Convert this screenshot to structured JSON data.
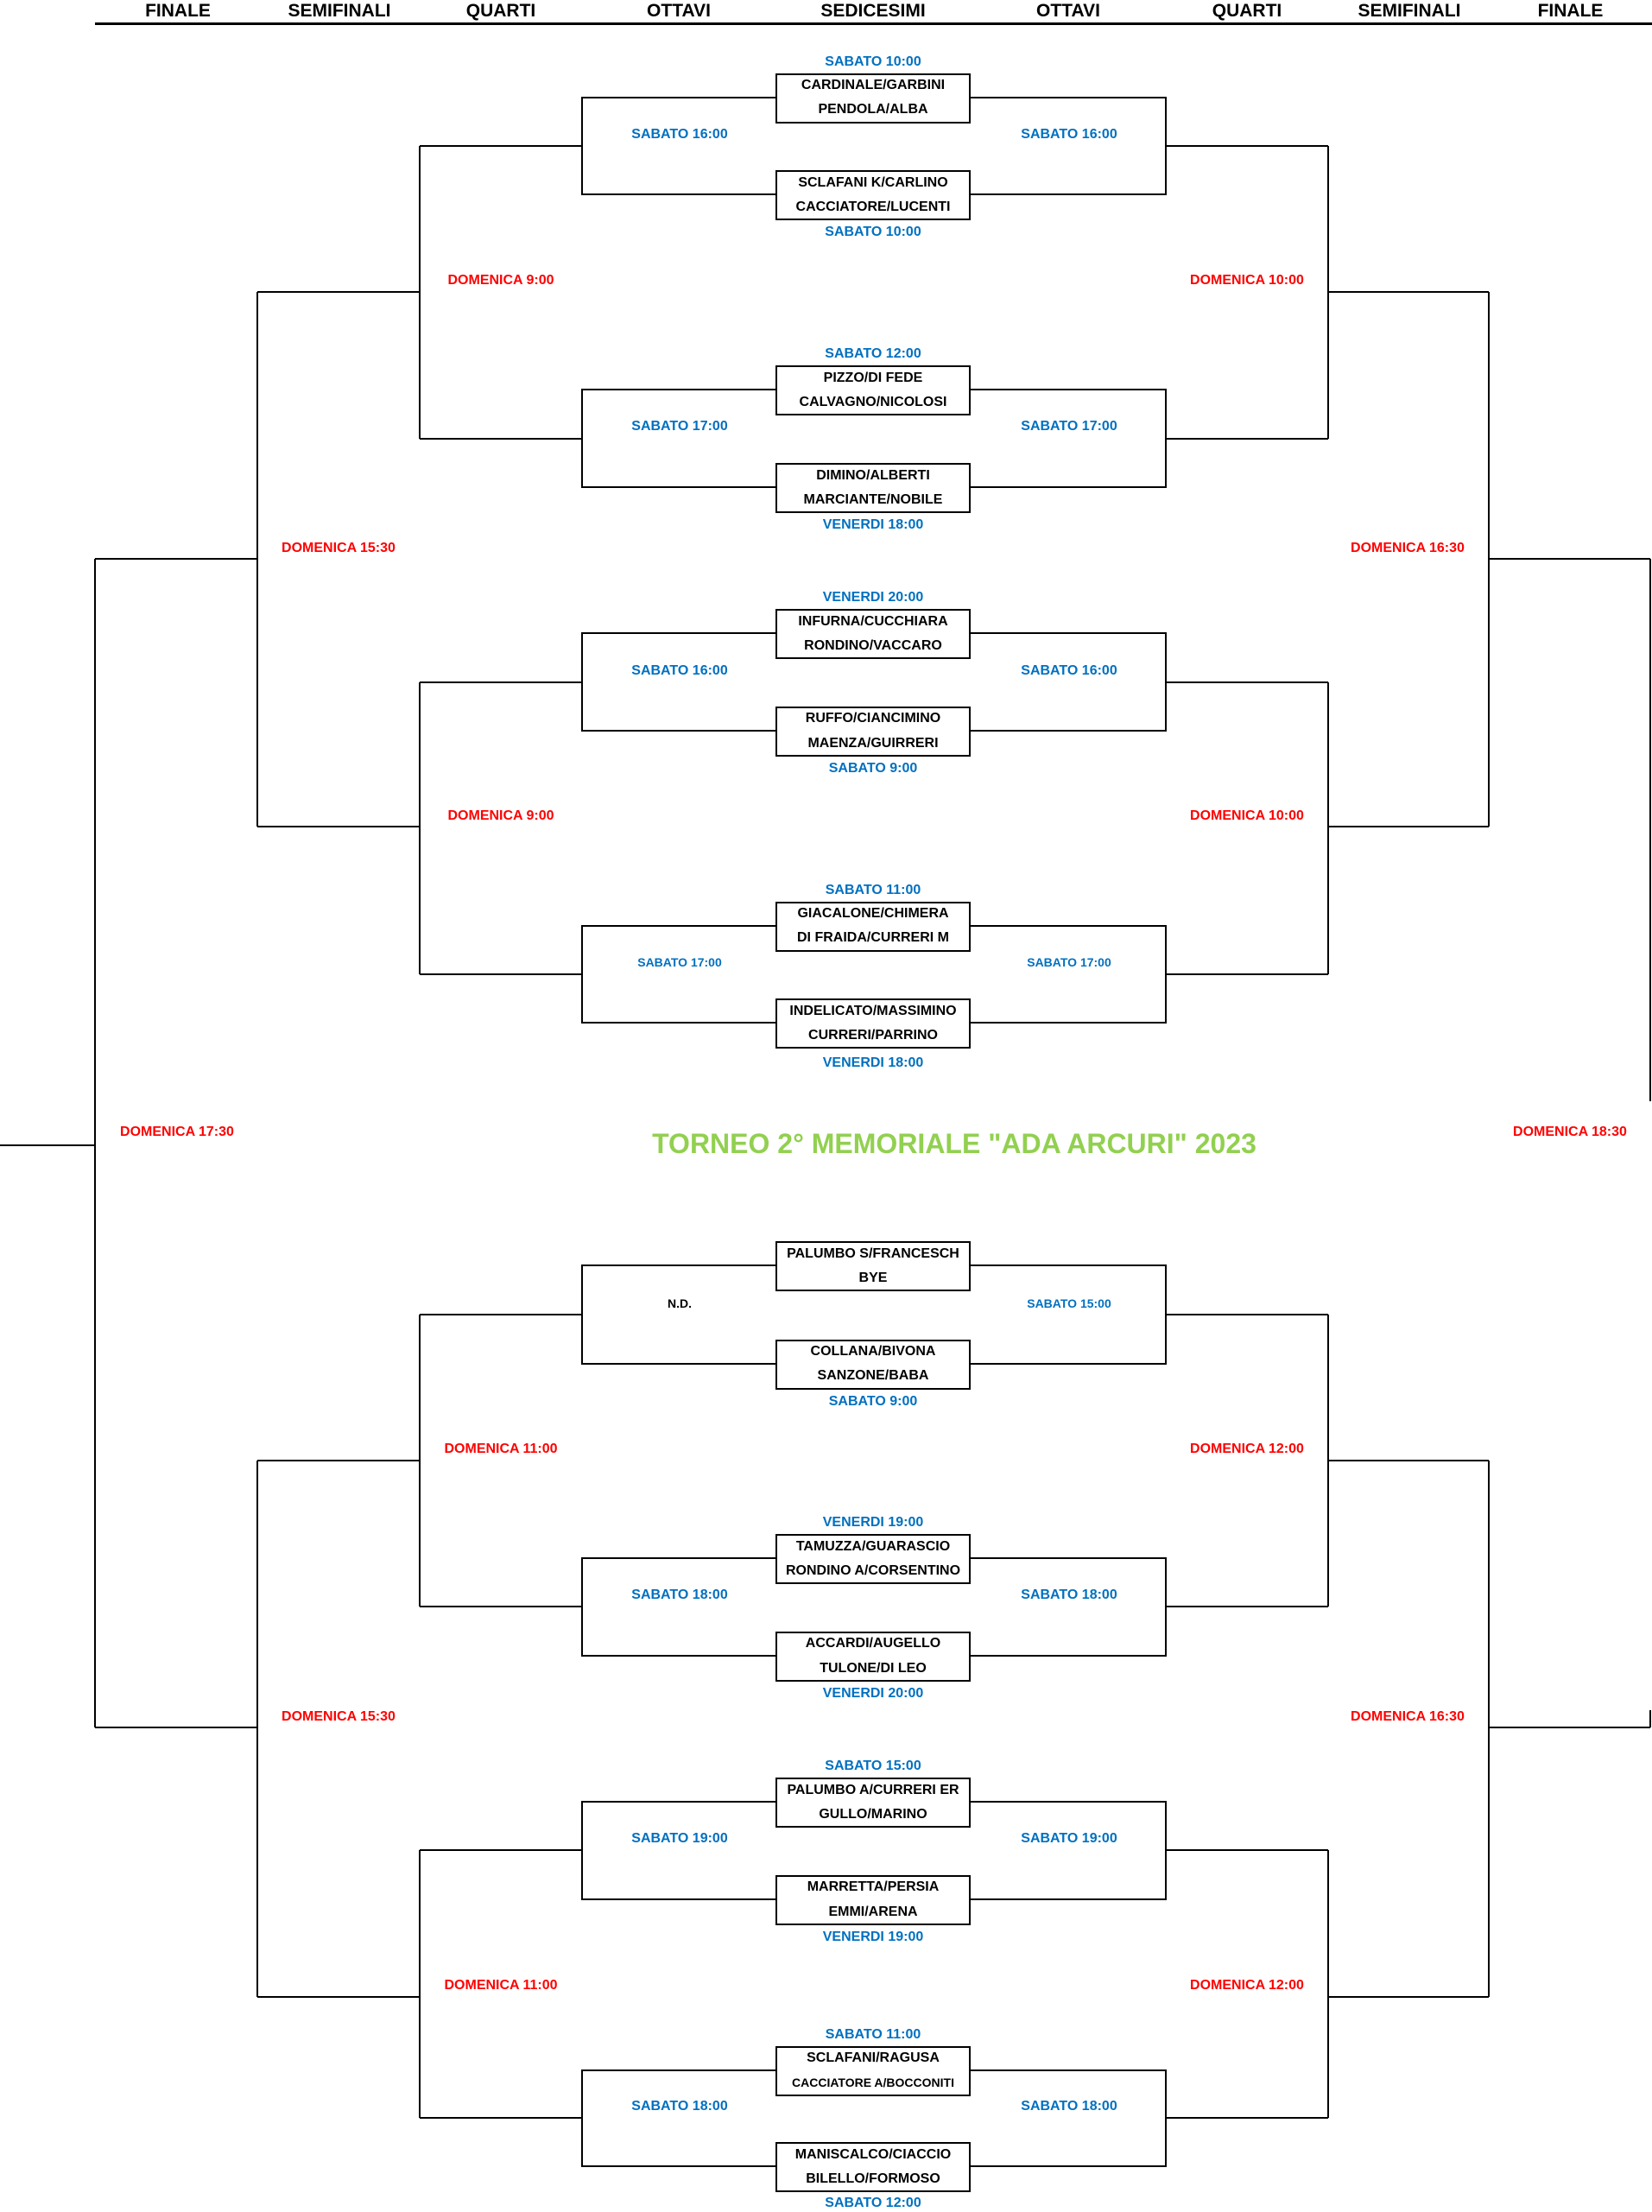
{
  "headers": [
    "FINALE",
    "SEMIFINALI",
    "QUARTI",
    "OTTAVI",
    "SEDICESIMI",
    "OTTAVI",
    "QUARTI",
    "SEMIFINALI",
    "FINALE"
  ],
  "title": "TORNEO 2° MEMORIALE \"ADA ARCURI\" 2023",
  "matches": [
    {
      "top_time": "SABATO 10:00",
      "team1": "CARDINALE/GARBINI",
      "team2": "PENDOLA/ALBA"
    },
    {
      "team1": "SCLAFANI K/CARLINO",
      "team2": "CACCIATORE/LUCENTI",
      "bottom_time": "SABATO 10:00"
    },
    {
      "top_time": "SABATO 12:00",
      "team1": "PIZZO/DI FEDE",
      "team2": "CALVAGNO/NICOLOSI"
    },
    {
      "team1": "DIMINO/ALBERTI",
      "team2": "MARCIANTE/NOBILE",
      "bottom_time": "VENERDI 18:00"
    },
    {
      "top_time": "VENERDI 20:00",
      "team1": "INFURNA/CUCCHIARA",
      "team2": "RONDINO/VACCARO"
    },
    {
      "team1": "RUFFO/CIANCIMINO",
      "team2": "MAENZA/GUIRRERI",
      "bottom_time": "SABATO 9:00"
    },
    {
      "top_time": "SABATO 11:00",
      "team1": "GIACALONE/CHIMERA",
      "team2": "DI FRAIDA/CURRERI M"
    },
    {
      "team1": "INDELICATO/MASSIMINO",
      "team2": "CURRERI/PARRINO",
      "bottom_time": "VENERDI 18:00"
    },
    {
      "team1": "PALUMBO S/FRANCESCH",
      "team2": "BYE"
    },
    {
      "team1": "COLLANA/BIVONA",
      "team2": "SANZONE/BABA",
      "bottom_time": "SABATO 9:00"
    },
    {
      "top_time": "VENERDI 19:00",
      "team1": "TAMUZZA/GUARASCIO",
      "team2": "RONDINO A/CORSENTINO"
    },
    {
      "team1": "ACCARDI/AUGELLO",
      "team2": "TULONE/DI LEO",
      "bottom_time": "VENERDI 20:00"
    },
    {
      "top_time": "SABATO 15:00",
      "team1": "PALUMBO A/CURRERI ER",
      "team2": "GULLO/MARINO"
    },
    {
      "team1": "MARRETTA/PERSIA",
      "team2": "EMMI/ARENA",
      "bottom_time": "VENERDI 19:00"
    },
    {
      "top_time": "SABATO 11:00",
      "team1": "SCLAFANI/RAGUSA",
      "team2": "CACCIATORE A/BOCCONITI"
    },
    {
      "team1": "MANISCALCO/CIACCIO",
      "team2": "BILELLO/FORMOSO",
      "bottom_time": "SABATO 12:00"
    }
  ],
  "ottavi_left": [
    "SABATO 16:00",
    "SABATO 17:00",
    "SABATO 16:00",
    "SABATO 17:00",
    "N.D.",
    "SABATO 18:00",
    "SABATO 19:00",
    "SABATO 18:00"
  ],
  "ottavi_right": [
    "SABATO 16:00",
    "SABATO 17:00",
    "SABATO 16:00",
    "SABATO 17:00",
    "SABATO 15:00",
    "SABATO 18:00",
    "SABATO 19:00",
    "SABATO 18:00"
  ],
  "quarti_left": [
    "DOMENICA 9:00",
    "DOMENICA 9:00",
    "DOMENICA 11:00",
    "DOMENICA 11:00"
  ],
  "quarti_right": [
    "DOMENICA 10:00",
    "DOMENICA 10:00",
    "DOMENICA 12:00",
    "DOMENICA 12:00"
  ],
  "semifinali_left": [
    "DOMENICA 15:30",
    "DOMENICA 15:30"
  ],
  "semifinali_right": [
    "DOMENICA 16:30",
    "DOMENICA 16:30"
  ],
  "finale_left": "DOMENICA 17:30",
  "finale_right": "DOMENICA 18:30",
  "colors": {
    "time_blue": "#0070C0",
    "time_red": "#FF0000",
    "title_green": "#92D050"
  }
}
